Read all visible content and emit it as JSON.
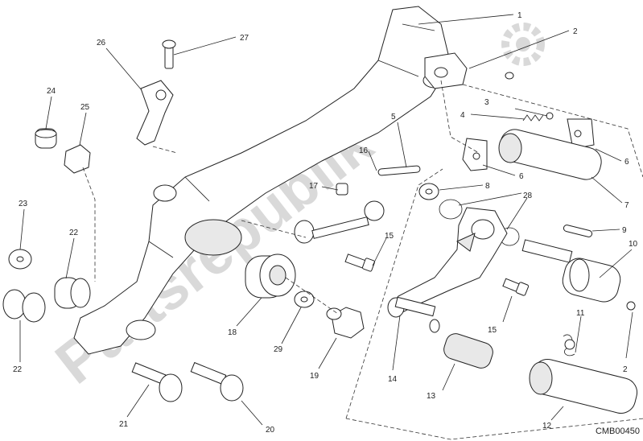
{
  "diagram": {
    "code": "CMB00450",
    "watermark": "Partsrepublik",
    "callouts": [
      "1",
      "2",
      "3",
      "4",
      "5",
      "6",
      "6",
      "7",
      "8",
      "9",
      "10",
      "11",
      "2",
      "12",
      "13",
      "14",
      "15",
      "15",
      "16",
      "17",
      "18",
      "19",
      "20",
      "21",
      "22",
      "22",
      "23",
      "24",
      "25",
      "26",
      "27",
      "28",
      "29"
    ]
  },
  "colors": {
    "line": "#222222",
    "watermark": "#d9d9d9"
  }
}
